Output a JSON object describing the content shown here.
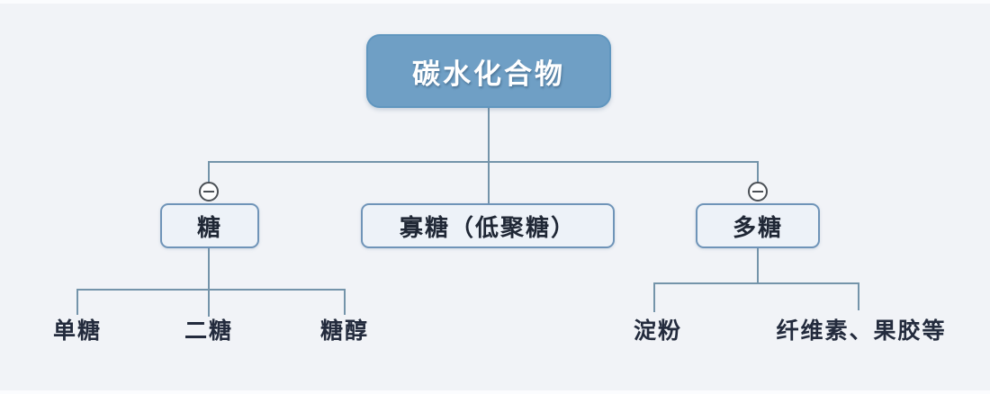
{
  "tree": {
    "root": {
      "label": "碳水化合物"
    },
    "children": [
      {
        "label": "糖",
        "collapsible": true
      },
      {
        "label": "寡糖（低聚糖）",
        "collapsible": false
      },
      {
        "label": "多糖",
        "collapsible": true
      }
    ],
    "sugar_children": [
      {
        "label": "单糖"
      },
      {
        "label": "二糖"
      },
      {
        "label": "糖醇"
      }
    ],
    "polysaccharide_children": [
      {
        "label": "淀粉"
      },
      {
        "label": "纤维素、果胶等"
      }
    ]
  },
  "icons": {
    "collapse_minus": "minus-in-circle"
  },
  "colors": {
    "background": "#f1f3f7",
    "root_fill": "#6f9fc5",
    "root_text": "#ffffff",
    "node_fill": "#edf2f8",
    "node_border": "#6f94b8",
    "node_text": "#1f2735",
    "leaf_text": "#232b3d",
    "connector": "#7494aa",
    "collapse_icon": "#4a4f55"
  }
}
